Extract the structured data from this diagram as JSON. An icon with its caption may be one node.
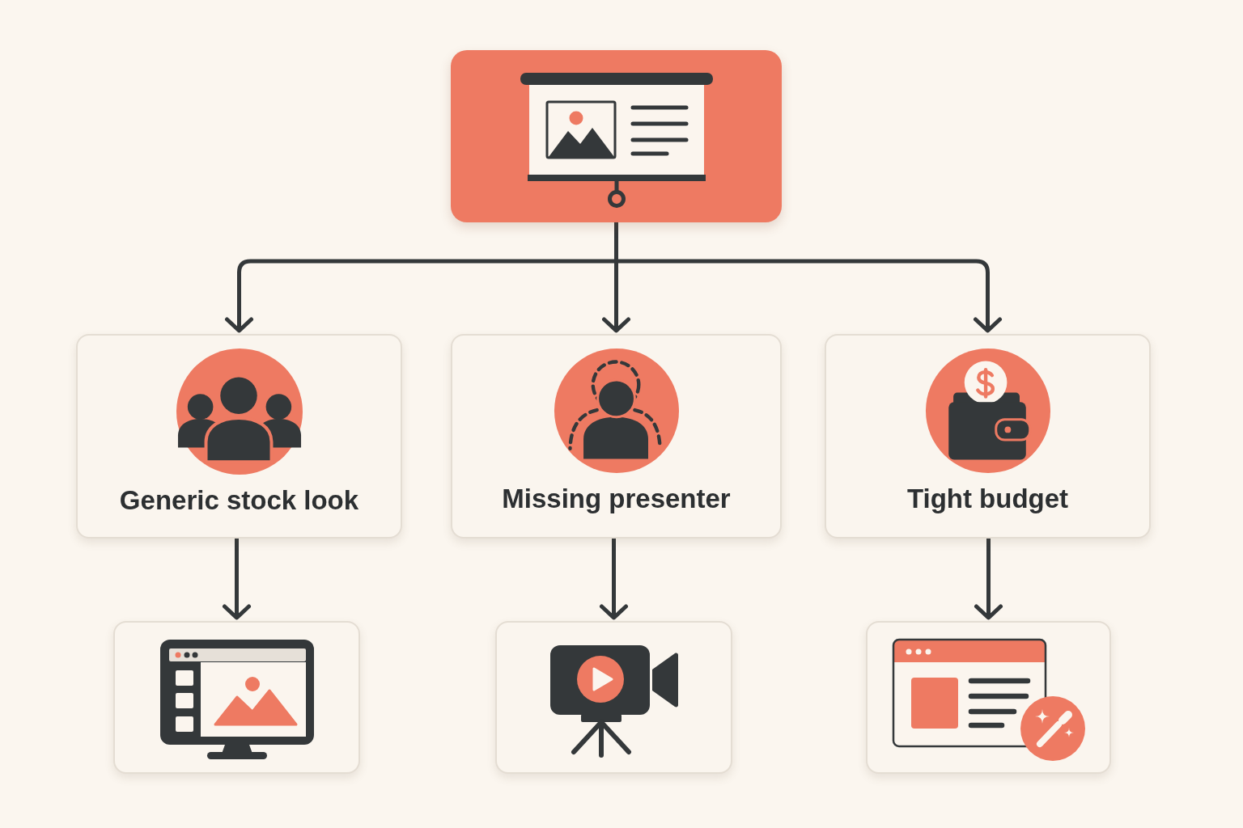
{
  "diagram": {
    "nodes": [
      {
        "text": [],
        "shape": "picture"
      },
      {
        "text": [
          "Generic stock look"
        ]
      },
      {
        "text": [
          "Missing presenter"
        ]
      },
      {
        "text": [
          "Tight budget"
        ]
      },
      {
        "text": [],
        "shape": "picture"
      },
      {
        "text": [],
        "shape": "picture"
      },
      {
        "text": [],
        "shape": "picture"
      }
    ],
    "edges": [
      {
        "from": 0,
        "to": 1,
        "arrow": "to"
      },
      {
        "from": 0,
        "to": 2,
        "arrow": "to"
      },
      {
        "from": 0,
        "to": 3,
        "arrow": "to"
      },
      {
        "from": 1,
        "to": 4,
        "arrow": "to"
      },
      {
        "from": 2,
        "to": 5,
        "arrow": "to"
      },
      {
        "from": 3,
        "to": 6,
        "arrow": "to"
      }
    ]
  }
}
